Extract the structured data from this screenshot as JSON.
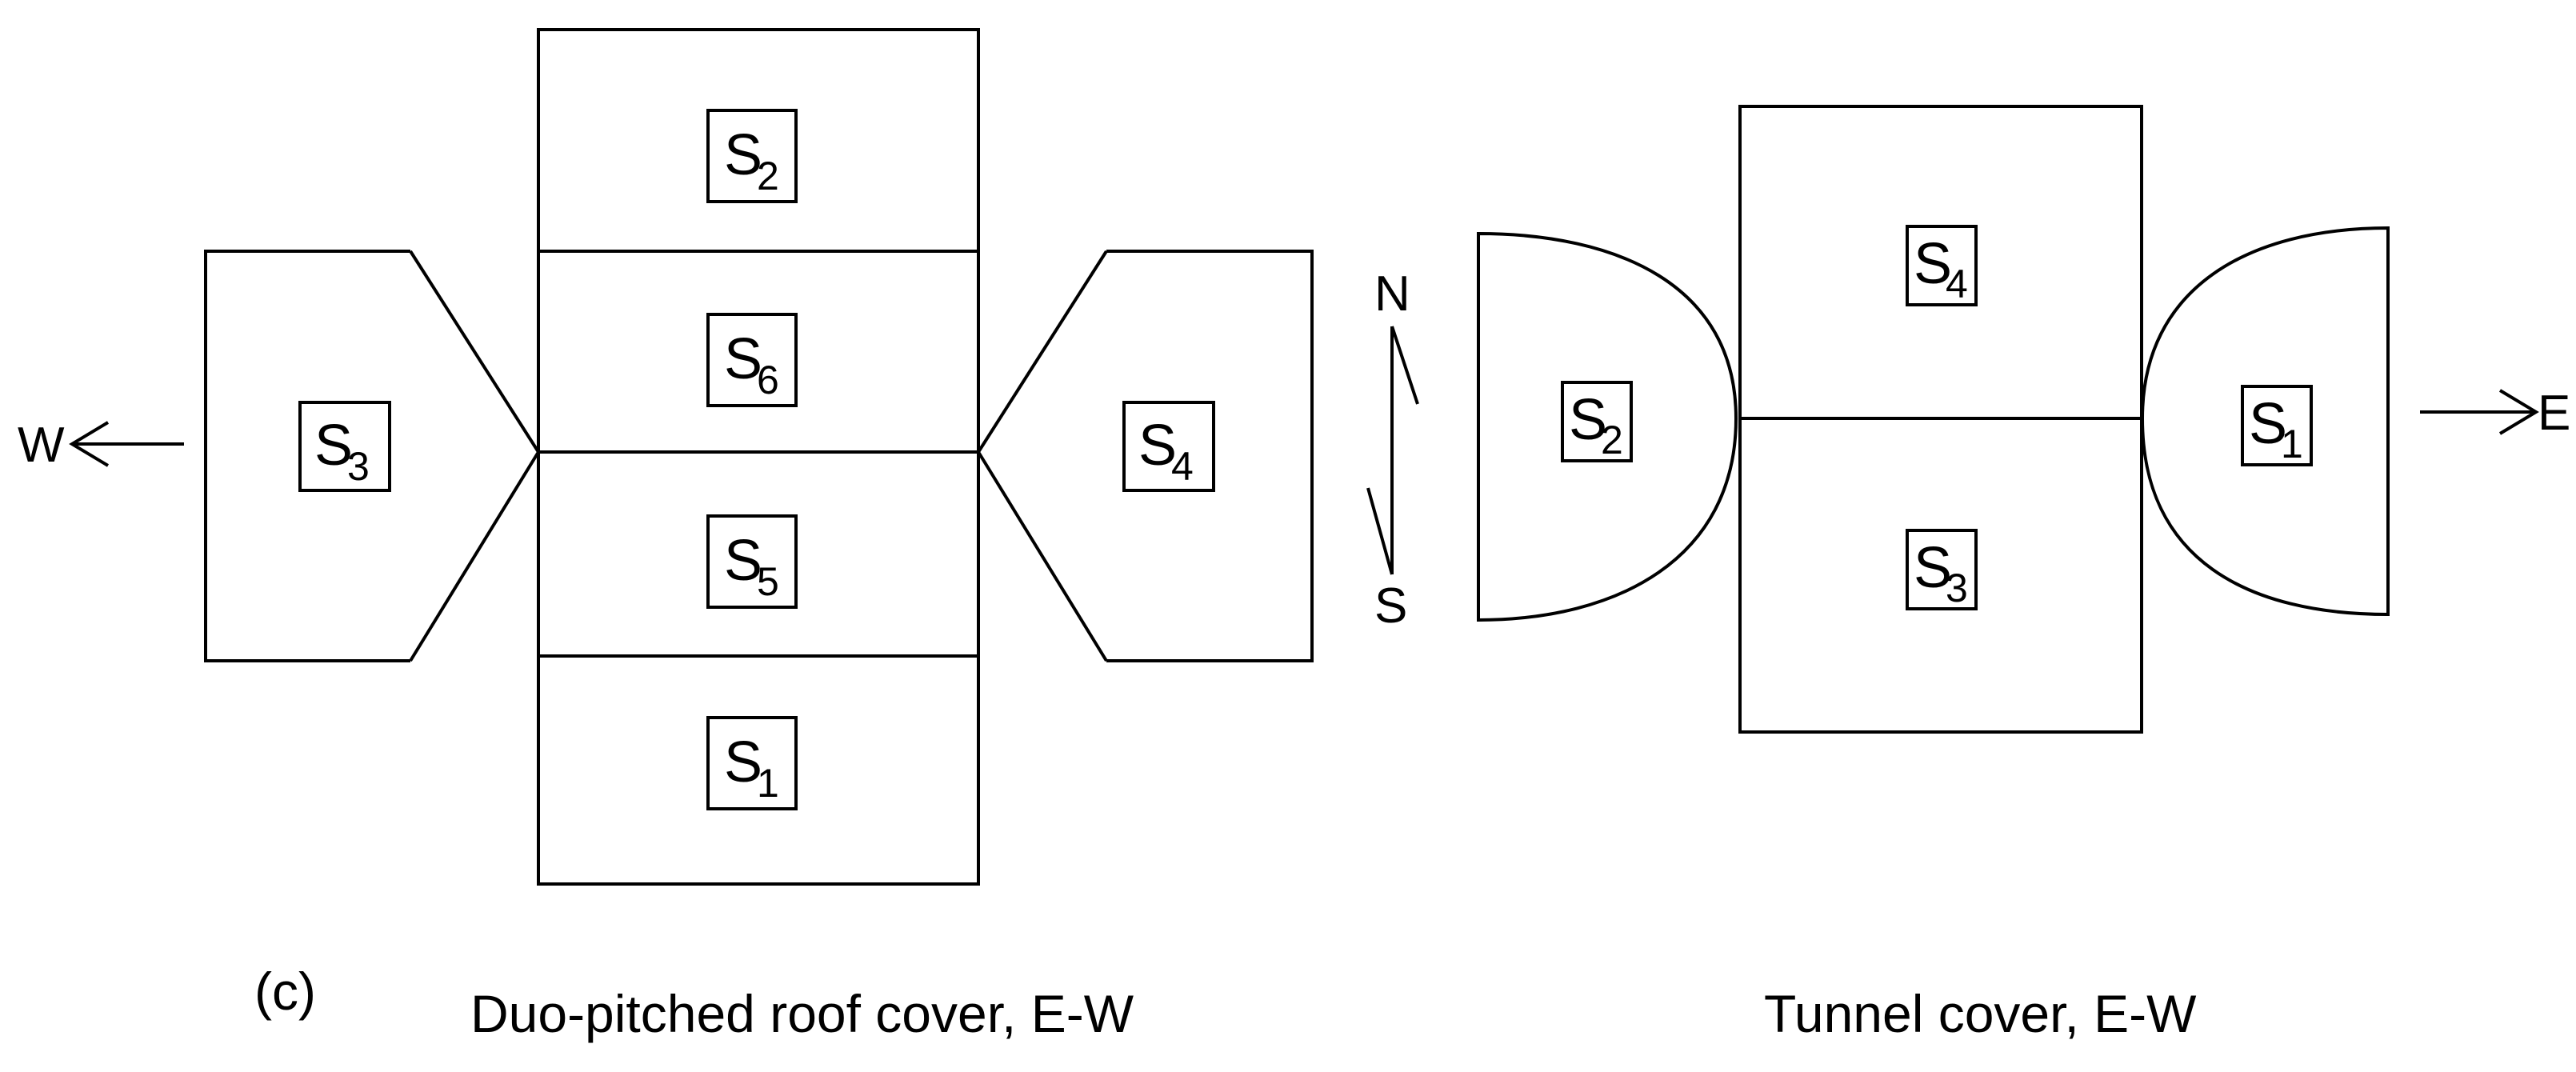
{
  "figure_label": "(c)",
  "left_panel": {
    "caption": "Duo-pitched roof cover, E-W",
    "surfaces": {
      "top": {
        "letter": "S",
        "index": "2"
      },
      "upper_middle": {
        "letter": "S",
        "index": "6"
      },
      "lower_middle": {
        "letter": "S",
        "index": "5"
      },
      "bottom": {
        "letter": "S",
        "index": "1"
      },
      "west_end": {
        "letter": "S",
        "index": "3"
      },
      "east_end": {
        "letter": "S",
        "index": "4"
      }
    },
    "west_arrow_label": "W"
  },
  "compass": {
    "north": "N",
    "south": "S"
  },
  "right_panel": {
    "caption": "Tunnel cover, E-W",
    "surfaces": {
      "top": {
        "letter": "S",
        "index": "4"
      },
      "bottom": {
        "letter": "S",
        "index": "3"
      },
      "west_end": {
        "letter": "S",
        "index": "2"
      },
      "east_end": {
        "letter": "S",
        "index": "1"
      }
    },
    "east_arrow_label": "E"
  }
}
